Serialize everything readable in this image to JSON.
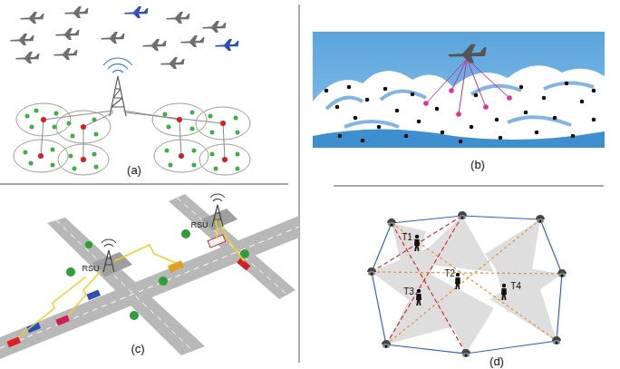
{
  "diagram": {
    "labels": [
      "(a)",
      "(b)",
      "RSU",
      "RSU",
      "(c)",
      "T1",
      "T2",
      "T3",
      "T4",
      "(d)"
    ]
  }
}
